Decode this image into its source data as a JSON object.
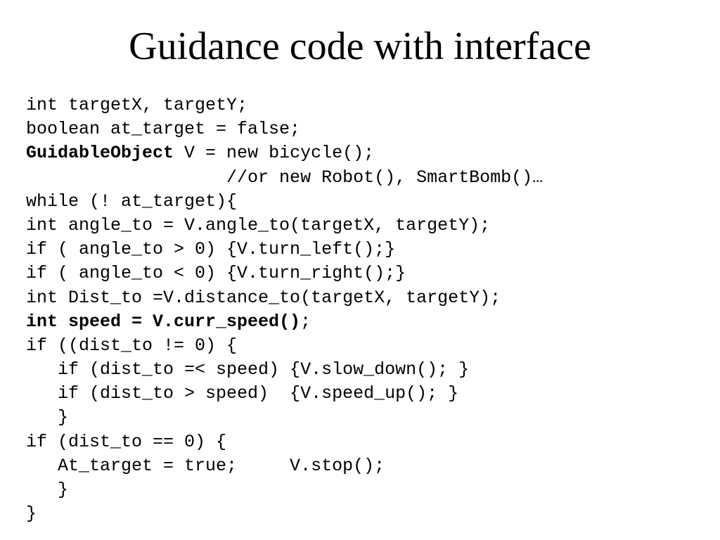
{
  "slide": {
    "title": "Guidance code with interface",
    "code_lines": [
      {
        "segments": [
          {
            "text": "int targetX, targetY;",
            "bold": false
          }
        ]
      },
      {
        "segments": [
          {
            "text": "boolean at_target = false;",
            "bold": false
          }
        ]
      },
      {
        "segments": [
          {
            "text": "GuidableObject",
            "bold": true
          },
          {
            "text": " V = new bicycle();",
            "bold": false
          }
        ]
      },
      {
        "segments": [
          {
            "text": "                   //or new Robot(), SmartBomb()…",
            "bold": false
          }
        ]
      },
      {
        "segments": [
          {
            "text": "while (! at_target){",
            "bold": false
          }
        ]
      },
      {
        "segments": [
          {
            "text": "int angle_to = V.angle_to(targetX, targetY);",
            "bold": false
          }
        ]
      },
      {
        "segments": [
          {
            "text": "if ( angle_to > 0) {V.turn_left();}",
            "bold": false
          }
        ]
      },
      {
        "segments": [
          {
            "text": "if ( angle_to < 0) {V.turn_right();}",
            "bold": false
          }
        ]
      },
      {
        "segments": [
          {
            "text": "int Dist_to =V.distance_to(targetX, targetY);",
            "bold": false
          }
        ]
      },
      {
        "segments": [
          {
            "text": "int speed = V.curr_speed()",
            "bold": true
          },
          {
            "text": ";",
            "bold": false
          }
        ]
      },
      {
        "segments": [
          {
            "text": "if ((dist_to != 0) {",
            "bold": false
          }
        ]
      },
      {
        "segments": [
          {
            "text": "   if (dist_to =< speed) {V.slow_down(); }",
            "bold": false
          }
        ]
      },
      {
        "segments": [
          {
            "text": "   if (dist_to > speed)  {V.speed_up(); }",
            "bold": false
          }
        ]
      },
      {
        "segments": [
          {
            "text": "   }",
            "bold": false
          }
        ]
      },
      {
        "segments": [
          {
            "text": "if (dist_to == 0) {",
            "bold": false
          }
        ]
      },
      {
        "segments": [
          {
            "text": "   At_target = true;     V.stop();",
            "bold": false
          }
        ]
      },
      {
        "segments": [
          {
            "text": "   }",
            "bold": false
          }
        ]
      },
      {
        "segments": [
          {
            "text": "}",
            "bold": false
          }
        ]
      }
    ]
  }
}
